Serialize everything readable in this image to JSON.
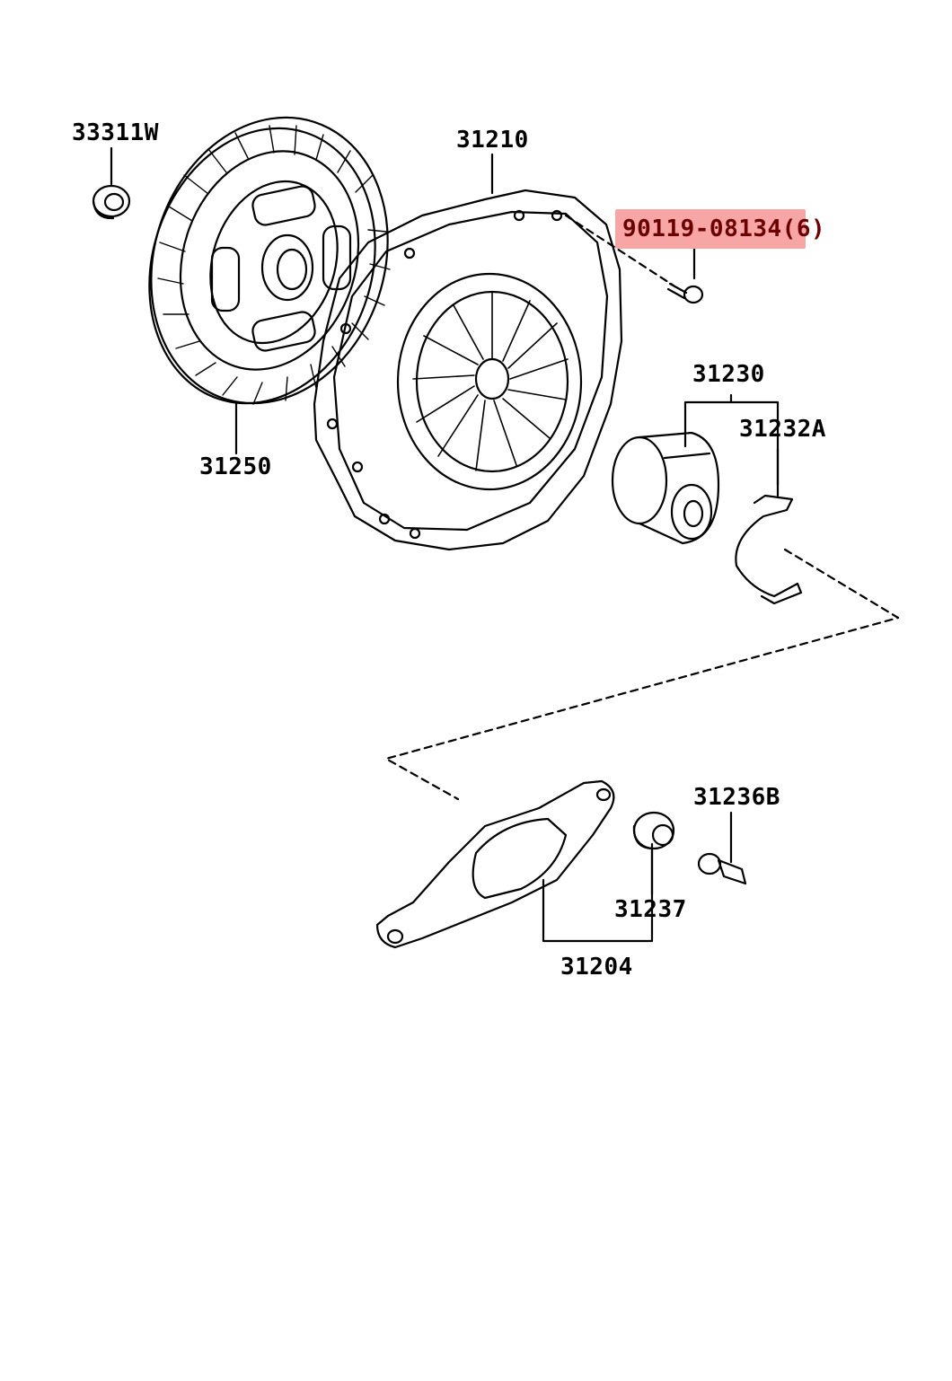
{
  "highlight_color": "#f7a5a5",
  "line_color": "#000000",
  "parts": {
    "p33311w": "33311W",
    "p31210": "31210",
    "p90119": "90119-08134(6)",
    "p31230": "31230",
    "p31232a": "31232A",
    "p31250": "31250",
    "p31236b": "31236B",
    "p31237": "31237",
    "p31204": "31204"
  },
  "icons": {
    "bushing": "pilot-bearing-icon",
    "disc": "clutch-disc-icon",
    "cover": "clutch-cover-icon",
    "bolt": "bolt-icon",
    "bearing": "release-bearing-icon",
    "clip": "hub-clip-icon",
    "fork": "release-fork-icon",
    "boot": "fork-boot-icon",
    "pivot": "pivot-stud-icon"
  }
}
